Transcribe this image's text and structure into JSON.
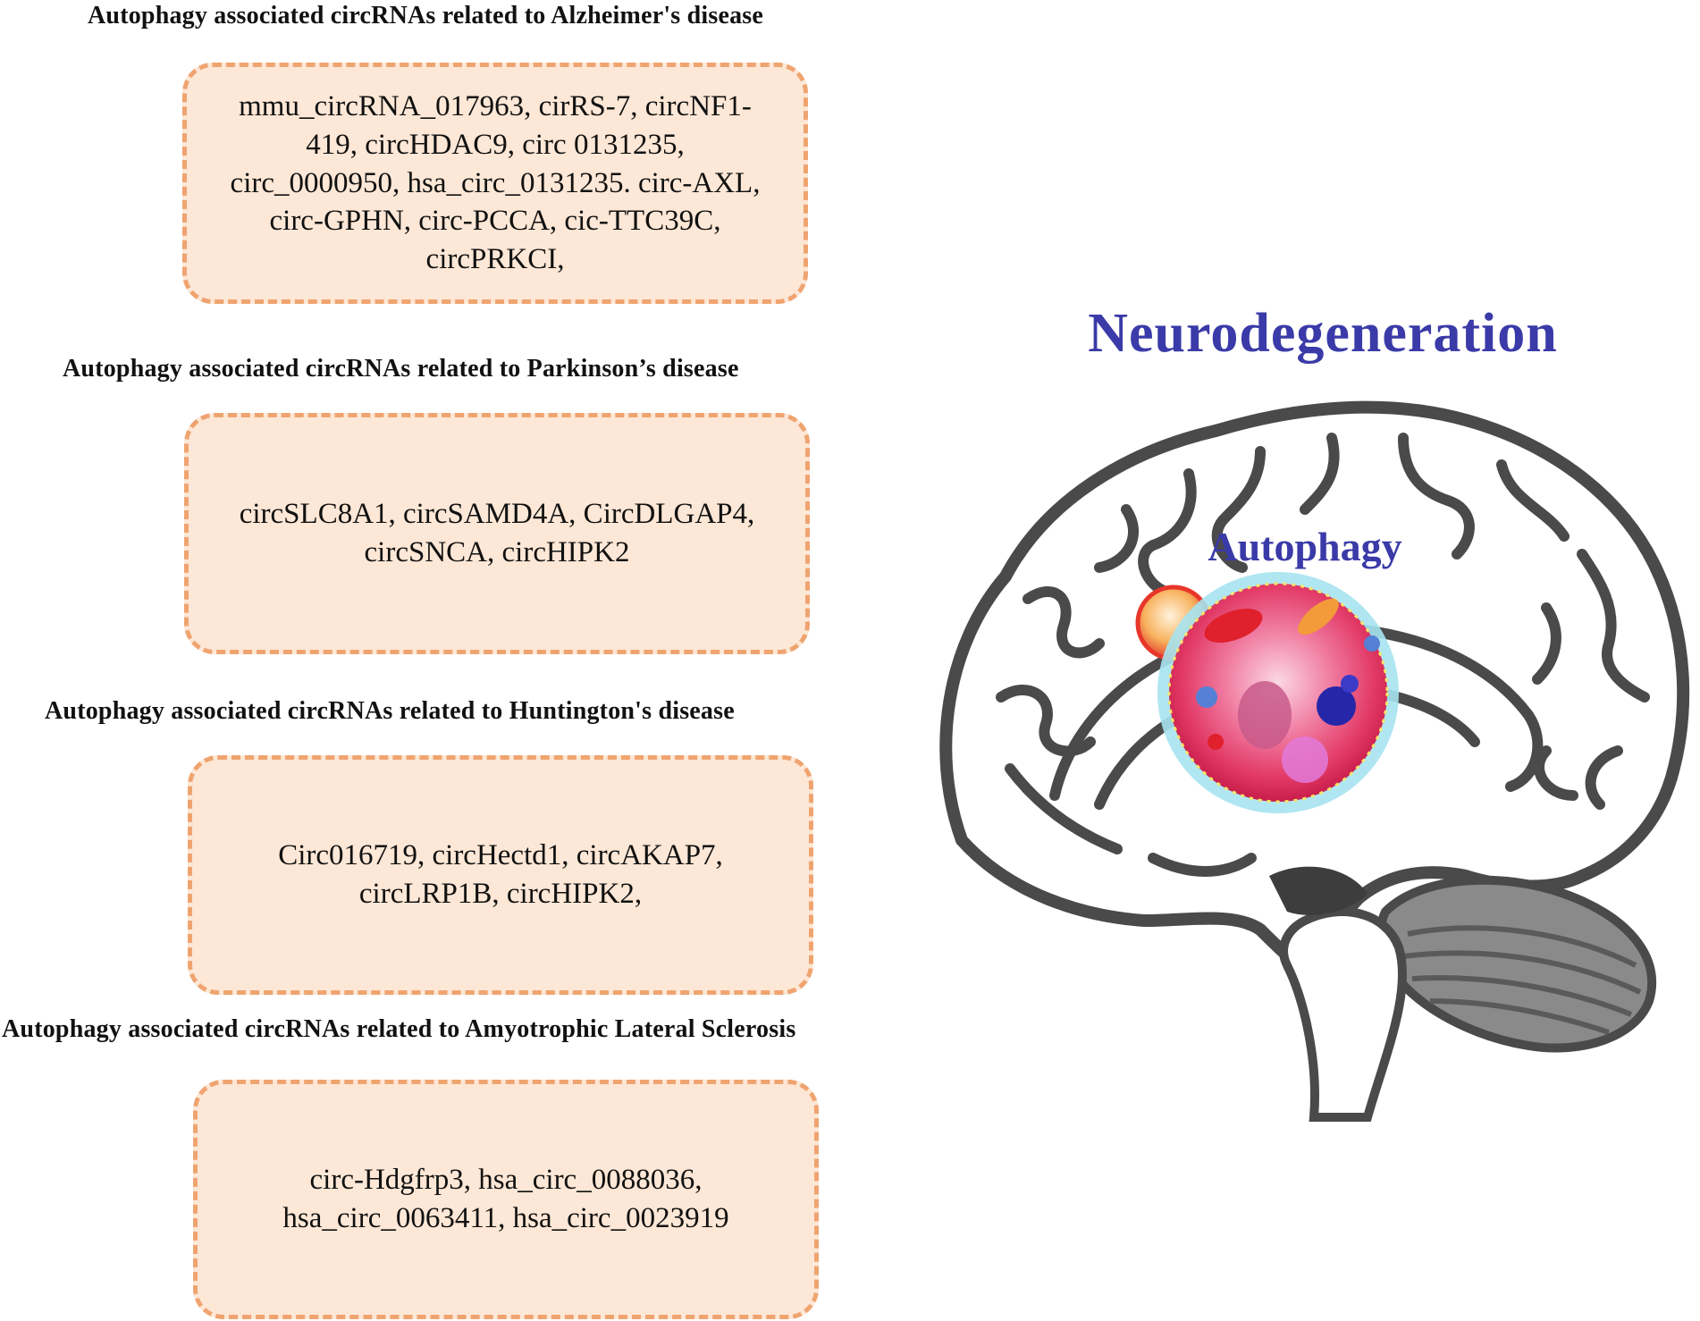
{
  "figure": {
    "title": "Neurodegeneration",
    "center_label": "Autophagy"
  },
  "sections": [
    {
      "heading": "Autophagy associated circRNAs  related to Alzheimer's disease",
      "circrnas": "mmu_circRNA_017963, cirRS-7, circNF1-419, circHDAC9, circ 0131235, circ_0000950, hsa_circ_0131235. circ-AXL, circ-GPHN, circ-PCCA, cic-TTC39C, circPRKCI,"
    },
    {
      "heading": "Autophagy associated circRNAs  related to Parkinson’s disease",
      "circrnas": "circSLC8A1, circSAMD4A, CircDLGAP4, circSNCA, circHIPK2"
    },
    {
      "heading": "Autophagy associated circRNAs  related to Huntington's disease",
      "circrnas": "Circ016719, circHectd1, circAKAP7, circLRP1B, circHIPK2,"
    },
    {
      "heading": "Autophagy associated circRNAs  related to Amyotrophic Lateral Sclerosis",
      "circrnas": "circ-Hdgfrp3, hsa_circ_0088036, hsa_circ_0063411, hsa_circ_0023919"
    }
  ],
  "colors": {
    "title_blue": "#3a3aa8",
    "box_fill": "#fde7d6",
    "box_border": "#efa470",
    "brain_outline": "#4a4a4a",
    "brain_fill": "#ffffff",
    "cerebellum_fill": "#8a8a8a",
    "brainstem_fill": "#ffffff",
    "cell_pink": "#ec4f7d",
    "cell_rim": "#7fd4e6",
    "vesicle_orange": "#f6a14c"
  },
  "icons": {
    "brain": "brain-illustration",
    "cell": "autophagy-cell-illustration"
  }
}
